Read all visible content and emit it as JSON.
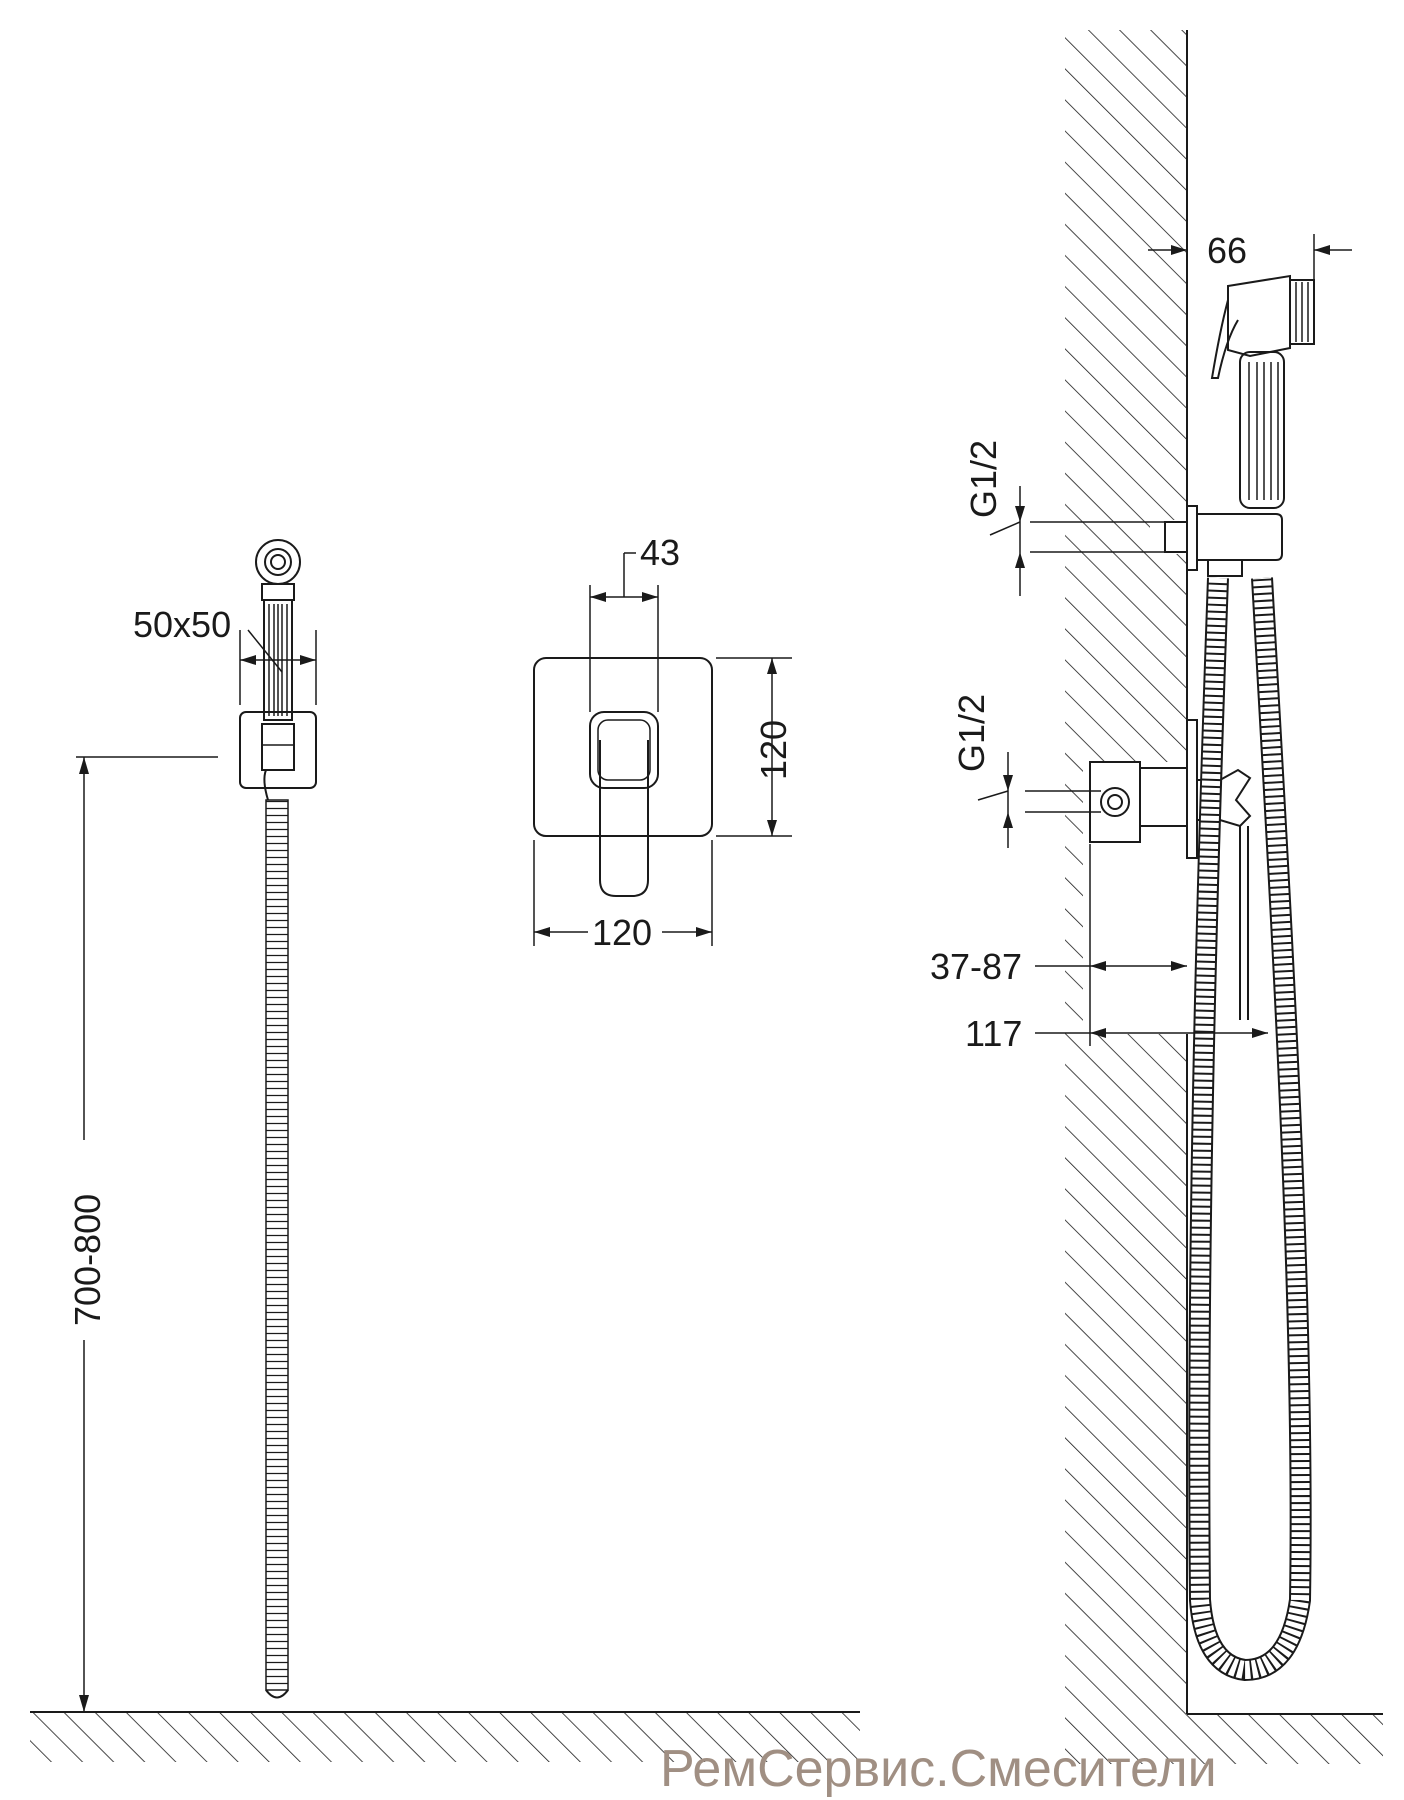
{
  "dimensions": {
    "hose_height": "700-800",
    "holder_size": "50x50",
    "lever_width": "43",
    "plate_height": "120",
    "plate_width": "120",
    "spray_depth": "66",
    "thread_top": "G1/2",
    "thread_bottom": "G1/2",
    "mount_depth": "37-87",
    "total_depth": "117"
  },
  "watermark": "РемСервис.Смесители",
  "colors": {
    "line": "#1a1a1a",
    "watermark": "#a08f83"
  }
}
